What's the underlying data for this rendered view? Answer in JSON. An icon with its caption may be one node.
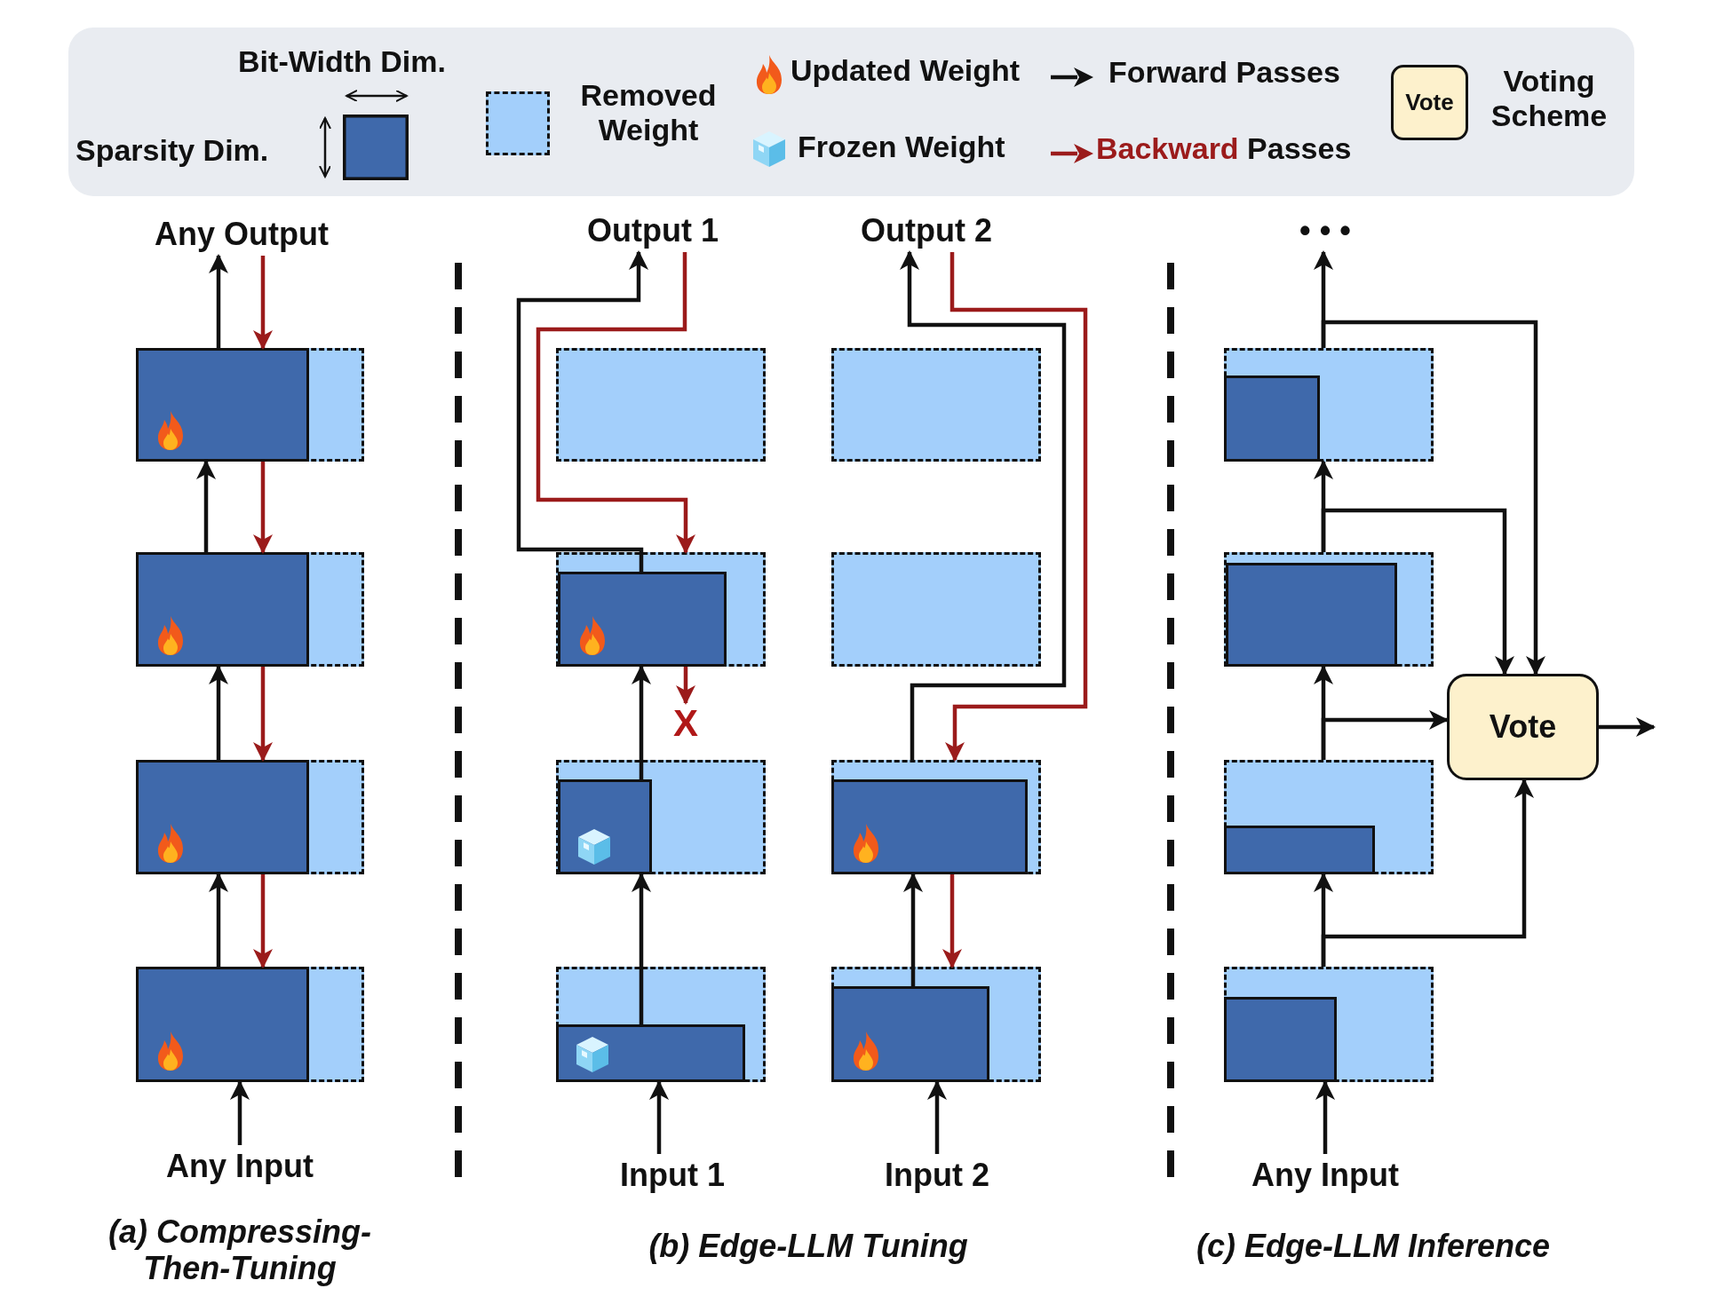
{
  "diagram": {
    "nodes": [
      {
        "text": [
          "Any Output"
        ]
      },
      {
        "text": [],
        "shape": "box"
      },
      {
        "text": [],
        "shape": "box",
        "in": 1
      },
      {
        "text": [],
        "shape": "box"
      },
      {
        "text": [],
        "shape": "box",
        "in": 3
      },
      {
        "text": [],
        "shape": "box"
      },
      {
        "text": [],
        "shape": "box",
        "in": 5
      },
      {
        "text": [],
        "shape": "box"
      },
      {
        "text": [],
        "shape": "box",
        "in": 7
      },
      {
        "text": [
          "Any Input"
        ]
      },
      {
        "text": [
          "Output 1"
        ]
      },
      {
        "text": [
          "Output 2"
        ]
      },
      {
        "text": [],
        "shape": "box"
      },
      {
        "text": [],
        "shape": "box"
      },
      {
        "text": [],
        "shape": "box"
      },
      {
        "text": [],
        "shape": "box",
        "in": 14
      },
      {
        "text": [],
        "shape": "box"
      },
      {
        "text": [],
        "shape": "box"
      },
      {
        "text": [],
        "shape": "box",
        "in": 17
      },
      {
        "text": [],
        "shape": "box"
      },
      {
        "text": [],
        "shape": "box",
        "in": 19
      },
      {
        "text": [],
        "shape": "box"
      },
      {
        "text": [],
        "shape": "box",
        "in": 21
      },
      {
        "text": [],
        "shape": "box"
      },
      {
        "text": [],
        "shape": "box",
        "in": 23
      },
      {
        "text": [
          "Input 1"
        ]
      },
      {
        "text": [
          "Input 2"
        ]
      },
      {
        "text": [
          "• • •"
        ]
      },
      {
        "text": [],
        "shape": "box"
      },
      {
        "text": [],
        "shape": "box",
        "in": 28
      },
      {
        "text": [],
        "shape": "box"
      },
      {
        "text": [],
        "shape": "box",
        "in": 30
      },
      {
        "text": [],
        "shape": "box"
      },
      {
        "text": [],
        "shape": "box",
        "in": 32
      },
      {
        "text": [],
        "shape": "box"
      },
      {
        "text": [],
        "shape": "box",
        "in": 34
      },
      {
        "text": [
          "Vote"
        ]
      },
      {
        "text": [
          "Any Input"
        ]
      },
      {
        "text": [
          "X"
        ]
      }
    ],
    "edges": [
      {
        "from": 9,
        "to": 8,
        "arrow": "to"
      },
      {
        "from": 8,
        "to": 6,
        "arrow": "to"
      },
      {
        "from": 6,
        "to": 4,
        "arrow": "to"
      },
      {
        "from": 4,
        "to": 2,
        "arrow": "to"
      },
      {
        "from": 2,
        "to": 0,
        "arrow": "to"
      },
      {
        "from": 0,
        "to": 2,
        "arrow": "to",
        "color": "#9b1b1b"
      },
      {
        "from": 2,
        "to": 4,
        "arrow": "to",
        "color": "#9b1b1b"
      },
      {
        "from": 4,
        "to": 6,
        "arrow": "to",
        "color": "#9b1b1b"
      },
      {
        "from": 6,
        "to": 8,
        "arrow": "to",
        "color": "#9b1b1b"
      },
      {
        "from": 25,
        "to": 22,
        "arrow": "to"
      },
      {
        "from": 22,
        "to": 18,
        "arrow": "to"
      },
      {
        "from": 18,
        "to": 15,
        "arrow": "to"
      },
      {
        "from": 15,
        "to": 10,
        "arrow": "to"
      },
      {
        "from": 10,
        "to": 14,
        "arrow": "to",
        "color": "#9b1b1b"
      },
      {
        "from": 15,
        "to": 38,
        "arrow": "to",
        "color": "#9b1b1b"
      },
      {
        "from": 26,
        "to": 24,
        "arrow": "to"
      },
      {
        "from": 24,
        "to": 20,
        "arrow": "to"
      },
      {
        "from": 19,
        "to": 11,
        "arrow": "to"
      },
      {
        "from": 11,
        "to": 19,
        "arrow": "to",
        "color": "#9b1b1b"
      },
      {
        "from": 20,
        "to": 23,
        "arrow": "to",
        "color": "#9b1b1b"
      },
      {
        "from": 37,
        "to": 34,
        "arrow": "to"
      },
      {
        "from": 34,
        "to": 32,
        "arrow": "to"
      },
      {
        "from": 32,
        "to": 30,
        "arrow": "to"
      },
      {
        "from": 30,
        "to": 28,
        "arrow": "to"
      },
      {
        "from": 28,
        "to": 27,
        "arrow": "to"
      },
      {
        "from": 34,
        "to": 36,
        "arrow": "to"
      },
      {
        "from": 32,
        "to": 36,
        "arrow": "to"
      },
      {
        "from": 30,
        "to": 36,
        "arrow": "to"
      },
      {
        "from": 28,
        "to": 36,
        "arrow": "to"
      },
      {
        "from": 36,
        "to": null,
        "arrow": "to"
      }
    ],
    "labels": [
      "Bit-Width Dim.",
      "Sparsity Dim.",
      "Vote",
      "(a) Compressing-Then-Tuning",
      "(b) Edge-LLM Tuning",
      "(c) Edge-LLM Inference"
    ],
    "legend": [
      {
        "text": "Removed Weight"
      },
      {
        "text": "Updated Weight"
      },
      {
        "text": "Frozen Weight"
      },
      {
        "text": "Forward Passes"
      },
      {
        "text": "Backward Passes"
      },
      {
        "text": "Voting Scheme"
      }
    ]
  }
}
